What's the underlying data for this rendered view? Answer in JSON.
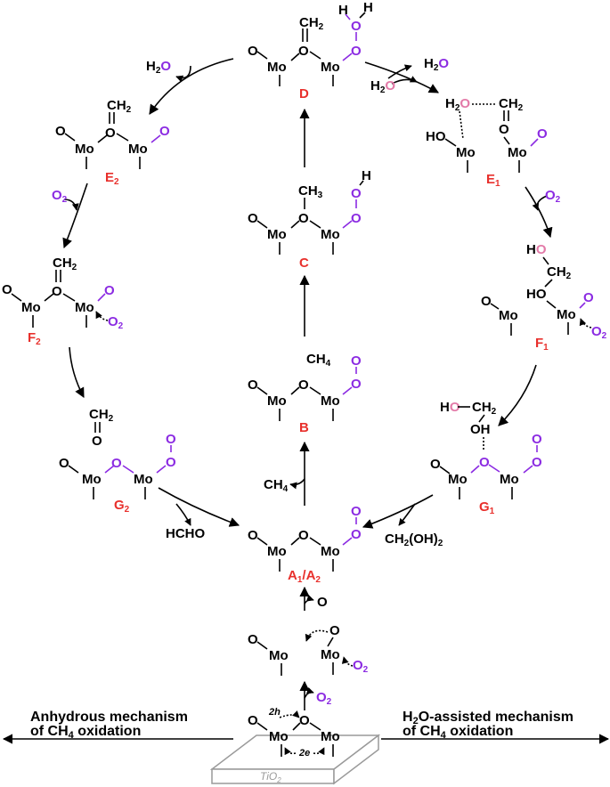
{
  "labels": {
    "A": "A1/A2",
    "B": "B",
    "C": "C",
    "D": "D",
    "E1": "E1",
    "E2": "E2",
    "F1": "F1",
    "F2": "F2",
    "G1": "G1",
    "G2": "G2"
  },
  "atoms": {
    "mo": "Mo",
    "o": "O",
    "h": "H",
    "ho": "HO",
    "oh": "OH",
    "ch2": "CH2",
    "ch3": "CH3",
    "ch4": "CH4",
    "h2o": "H2O",
    "o2": "O2"
  },
  "products": {
    "water": "H2O",
    "formaldehyde": "HCHO",
    "methanediol": "CH2(OH)2",
    "o_loss": "O",
    "ch2o": "CH2"
  },
  "support": {
    "name": "TiO2",
    "hole": "2h",
    "electron": "2e"
  },
  "captions": {
    "left_line1": "Anhydrous mechanism",
    "left_line2": "of CH4 oxidation",
    "right_line1": "H2O-assisted mechanism",
    "right_line2": "of CH4 oxidation"
  },
  "colors": {
    "label": "#e8302c",
    "activated_oxygen": "#8b2be2",
    "water_oxygen": "#e37aa8",
    "support_outline": "#9a9a9a"
  }
}
